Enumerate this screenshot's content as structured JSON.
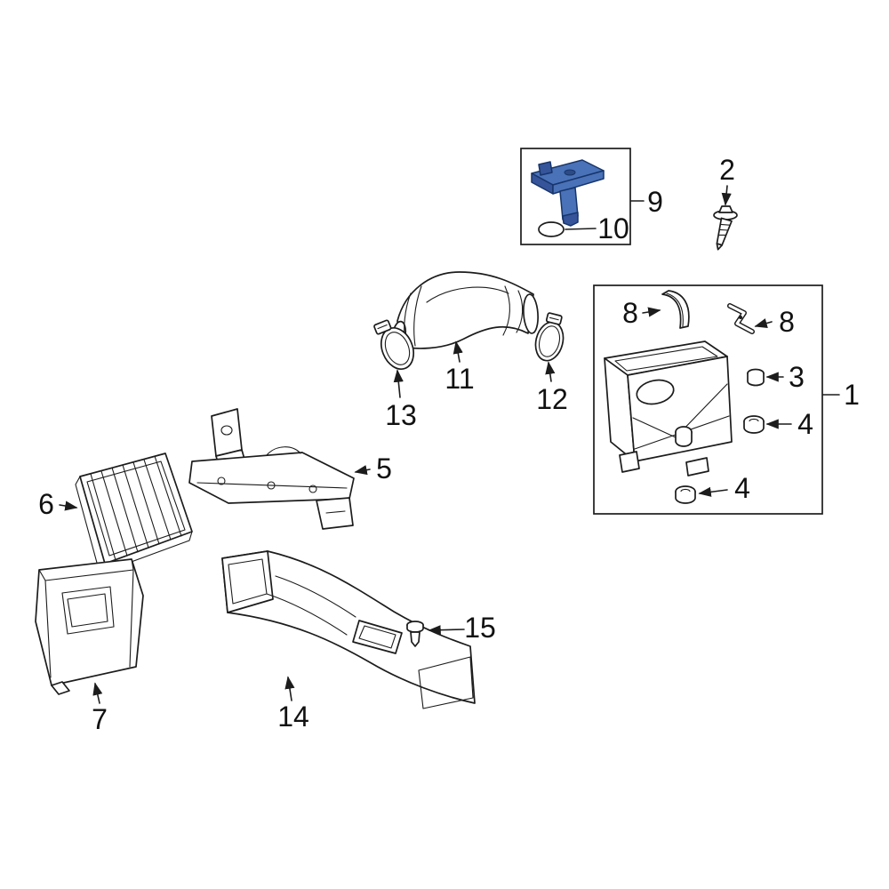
{
  "diagram": {
    "type": "exploded-parts-diagram",
    "subject": "engine-air-intake-system",
    "background_color": "#ffffff",
    "line_color": "#1c1c1c",
    "highlight_color": "#4a72b8",
    "highlighted_part": "mass-air-flow-sensor",
    "callouts": [
      {
        "label": "1",
        "part": "air-cleaner-assembly"
      },
      {
        "label": "2",
        "part": "mounting-screw"
      },
      {
        "label": "3",
        "part": "grommet-bushing"
      },
      {
        "label": "4",
        "part": "insulator-grommet-side"
      },
      {
        "label": "4",
        "part": "insulator-grommet-bottom"
      },
      {
        "label": "5",
        "part": "mounting-bracket"
      },
      {
        "label": "6",
        "part": "air-filter-element"
      },
      {
        "label": "7",
        "part": "air-cleaner-cover"
      },
      {
        "label": "8",
        "part": "seal-strip-left"
      },
      {
        "label": "8",
        "part": "seal-strip-right"
      },
      {
        "label": "9",
        "part": "mass-air-flow-sensor"
      },
      {
        "label": "10",
        "part": "o-ring-seal"
      },
      {
        "label": "11",
        "part": "air-intake-hose"
      },
      {
        "label": "12",
        "part": "hose-clamp-right"
      },
      {
        "label": "13",
        "part": "hose-clamp-left"
      },
      {
        "label": "14",
        "part": "air-inlet-duct"
      },
      {
        "label": "15",
        "part": "retainer-clip"
      }
    ]
  }
}
